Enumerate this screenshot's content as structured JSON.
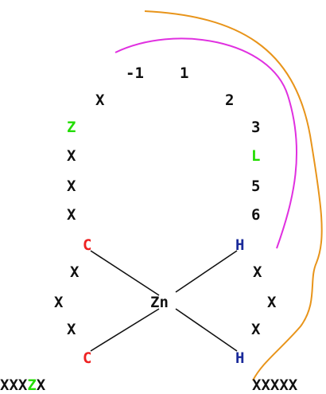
{
  "colors": {
    "black": "#111111",
    "green": "#22dd00",
    "red": "#ee2222",
    "blue": "#1a2a9a",
    "magenta": "#e030e0",
    "orange": "#e8941a"
  },
  "labels": {
    "minus1": "-1",
    "one": "1",
    "two": "2",
    "three": "3",
    "L": "L",
    "five": "5",
    "six": "6",
    "left_x1": "X",
    "left_Z": "Z",
    "left_x2": "X",
    "left_x3": "X",
    "left_x4": "X",
    "left_C_top": "C",
    "left_x5": "X",
    "left_x6": "X",
    "left_x7": "X",
    "left_C_bottom": "C",
    "right_H_top": "H",
    "right_x1": "X",
    "right_x2": "X",
    "right_x3": "X",
    "right_H_bottom": "H",
    "Zn": "Zn",
    "bottom_left_a": "XXX",
    "bottom_left_Z": "Z",
    "bottom_left_b": "X",
    "bottom_right": "XXXXX"
  }
}
